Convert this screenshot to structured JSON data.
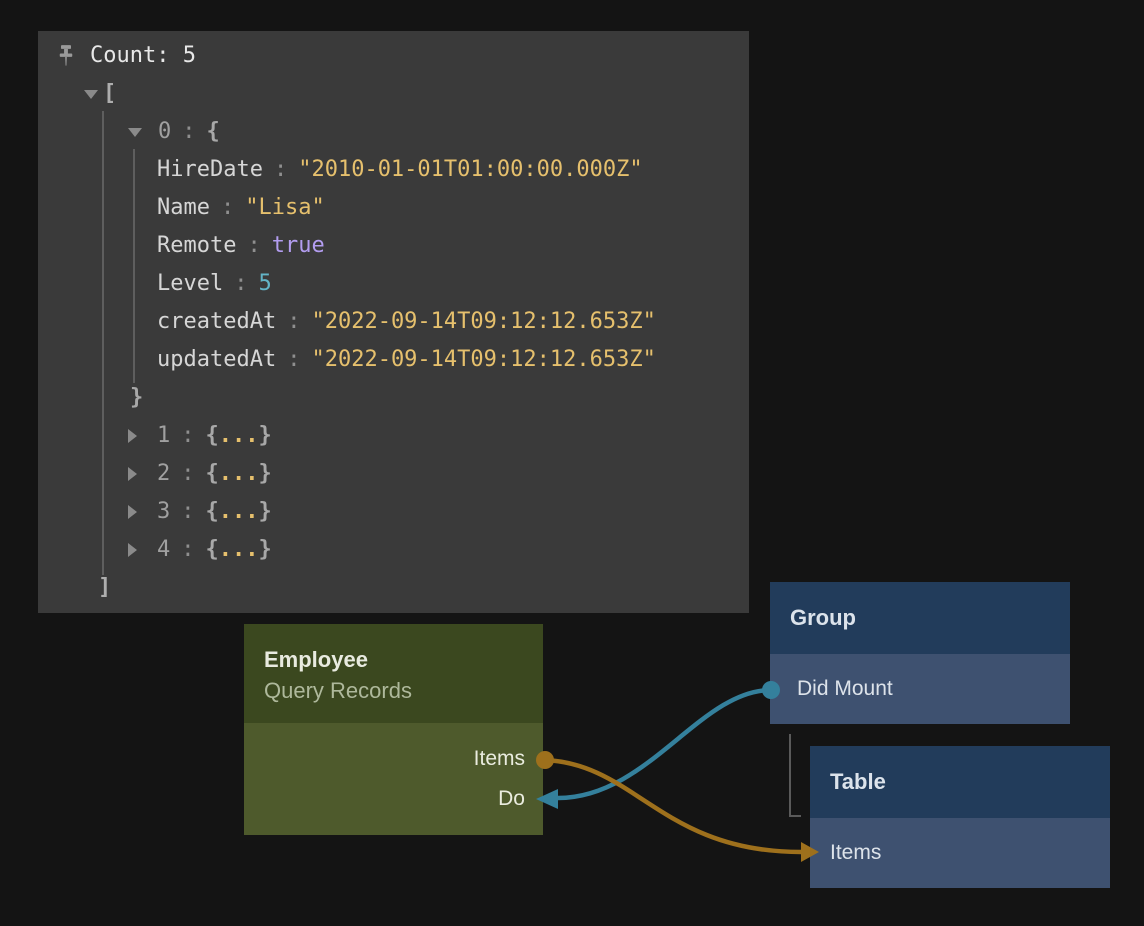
{
  "inspector": {
    "title": "Count: 5",
    "pin_icon": "pushpin-icon",
    "tree": {
      "open_bracket": "[",
      "close_bracket": "]",
      "colon": ":",
      "item0": {
        "index": "0",
        "open_brace": "{",
        "close_brace": "}"
      },
      "fields": [
        {
          "key": "HireDate",
          "value": "\"2010-01-01T01:00:00.000Z\"",
          "type": "string"
        },
        {
          "key": "Name",
          "value": "\"Lisa\"",
          "type": "string"
        },
        {
          "key": "Remote",
          "value": "true",
          "type": "boolean"
        },
        {
          "key": "Level",
          "value": "5",
          "type": "number"
        },
        {
          "key": "createdAt",
          "value": "\"2022-09-14T09:12:12.653Z\"",
          "type": "string"
        },
        {
          "key": "updatedAt",
          "value": "\"2022-09-14T09:12:12.653Z\"",
          "type": "string"
        }
      ],
      "preview_open": "{",
      "preview_dots": "...",
      "preview_close": "}",
      "collapsed_items": [
        {
          "index": "1"
        },
        {
          "index": "2"
        },
        {
          "index": "3"
        },
        {
          "index": "4"
        }
      ]
    }
  },
  "nodes": {
    "employee": {
      "title": "Employee",
      "subtitle": "Query Records",
      "header_color": "#3b481f",
      "body_color": "#4e5a2c",
      "ports": [
        {
          "name": "Items",
          "direction": "output"
        },
        {
          "name": "Do",
          "direction": "input"
        }
      ]
    },
    "group": {
      "title": "Group",
      "header_color": "#223c5b",
      "body_color": "#3e5170",
      "ports": [
        {
          "name": "Did Mount",
          "direction": "output"
        }
      ]
    },
    "table": {
      "title": "Table",
      "header_color": "#223c5b",
      "body_color": "#3e5170",
      "ports": [
        {
          "name": "Items",
          "direction": "input"
        }
      ]
    }
  },
  "connections": [
    {
      "from": "Group.Did Mount",
      "to": "Employee.Do",
      "color": "#34809c"
    },
    {
      "from": "Employee.Items",
      "to": "Table.Items",
      "color": "#9e701c"
    }
  ],
  "hierarchy_line_color": "#5a5a5a"
}
